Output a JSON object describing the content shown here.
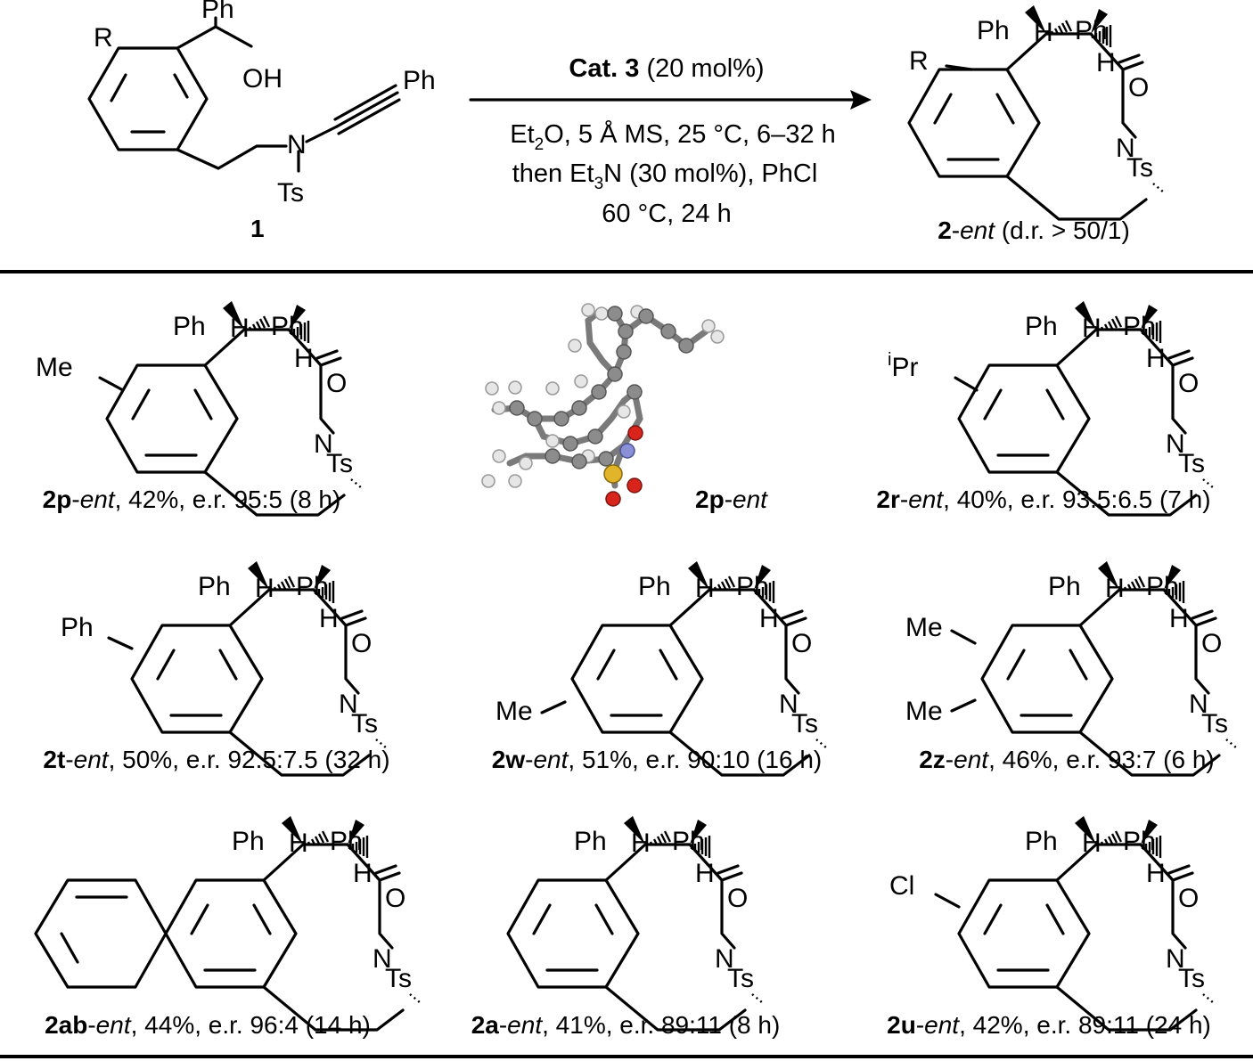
{
  "reaction": {
    "reactant_label": "1",
    "reactant_atoms": {
      "ph": "Ph",
      "oh": "OH",
      "r": "R",
      "n": "N",
      "ts": "Ts",
      "alkyne_ph": "Ph"
    },
    "catalyst": {
      "bold": "Cat. 3",
      "rest": " (20 mol%)"
    },
    "conditions_line1": {
      "a": "Et",
      "sub": "2",
      "b": "O, 5 Å MS, 25 °C, 6–32 h"
    },
    "conditions_line2": {
      "a": "then Et",
      "sub": "3",
      "b": "N (30 mol%), PhCl"
    },
    "conditions_line3": "60 °C, 24 h",
    "product_caption": {
      "bold": "2",
      "dash": "-",
      "italic": "ent",
      "rest": " (d.r. > 50/1)"
    },
    "product_r": "R"
  },
  "core_labels": {
    "ph": "Ph",
    "h": "H",
    "o": "O",
    "n": "N",
    "ts": "Ts"
  },
  "substrates": [
    {
      "id": "2p",
      "subst_top": "Me",
      "subst_top_sup": "",
      "subst_bottom": "",
      "caption_rest": ", 42%, e.r. 95:5 (8 h)"
    },
    {
      "id": "2r",
      "subst_top": "Pr",
      "subst_top_sup": "i",
      "subst_bottom": "",
      "caption_rest": ", 40%, e.r. 93.5:6.5 (7 h)"
    },
    {
      "id": "2t",
      "subst_top": "Ph",
      "subst_top_sup": "",
      "subst_bottom": "",
      "caption_rest": ", 50%, e.r. 92.5:7.5 (32 h)"
    },
    {
      "id": "2w",
      "subst_top": "",
      "subst_top_sup": "",
      "subst_bottom": "Me",
      "caption_rest": ", 51%, e.r. 90:10 (16 h)"
    },
    {
      "id": "2z",
      "subst_top": "Me",
      "subst_top_sup": "",
      "subst_bottom": "Me",
      "caption_rest": ", 46%, e.r. 93:7 (6 h)"
    },
    {
      "id": "2ab",
      "subst_top": "",
      "subst_top_sup": "",
      "subst_bottom": "",
      "caption_rest": ", 44%, e.r. 96:4 (14 h)"
    },
    {
      "id": "2a",
      "subst_top": "",
      "subst_top_sup": "",
      "subst_bottom": "",
      "caption_rest": ", 41%, e.r. 89:11 (8 h)"
    },
    {
      "id": "2u",
      "subst_top": "Cl",
      "subst_top_sup": "",
      "subst_bottom": "",
      "caption_rest": ", 42%, e.r. 89:11 (24 h)"
    }
  ],
  "xray": {
    "caption_bold": "2p",
    "caption_dash": "-",
    "caption_italic": "ent"
  },
  "ent_label": "ent",
  "dash": "-",
  "colors": {
    "oxygen": "#d9241c",
    "nitrogen": "#8a8fd6",
    "sulfur": "#e2b42a",
    "carbon": "#8c8c8c",
    "hydrogen": "#e6e6e6"
  }
}
